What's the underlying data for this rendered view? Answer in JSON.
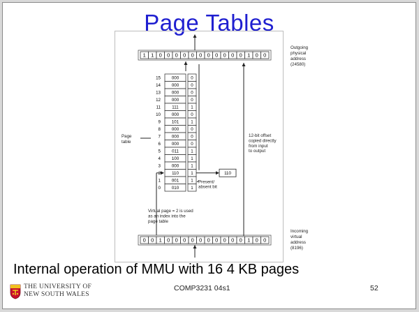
{
  "slide": {
    "title": "Page  Tables",
    "caption": "Internal operation of MMU with 16 4 KB pages",
    "course": "COMP3231 04s1",
    "page_number": "52",
    "university": [
      "THE UNIVERSITY OF",
      "NEW SOUTH WALES"
    ]
  },
  "diagram": {
    "outgoing_bits": [
      "1",
      "1",
      "0",
      "0",
      "0",
      "0",
      "0",
      "0",
      "0",
      "0",
      "0",
      "0",
      "0",
      "1",
      "0",
      "0"
    ],
    "incoming_bits": [
      "0",
      "0",
      "1",
      "0",
      "0",
      "0",
      "0",
      "0",
      "0",
      "0",
      "0",
      "0",
      "0",
      "1",
      "0",
      "0"
    ],
    "outgoing_label": [
      "Outgoing",
      "physical",
      "address",
      "(24580)"
    ],
    "incoming_label": [
      "Incoming",
      "virtual",
      "address",
      "(8196)"
    ],
    "page_table_label": [
      "Page",
      "table"
    ],
    "offset_note": [
      "12-bit offset",
      "copied directly",
      "from input",
      "to output"
    ],
    "selected_frame": "110",
    "present_label": [
      "Present/",
      "absent bit"
    ],
    "virtual_page_note": [
      "Virtual page = 2 is used",
      "as an index into the",
      "page table"
    ],
    "page_table": [
      {
        "index": "15",
        "frame": "000",
        "present": "0"
      },
      {
        "index": "14",
        "frame": "000",
        "present": "0"
      },
      {
        "index": "13",
        "frame": "000",
        "present": "0"
      },
      {
        "index": "12",
        "frame": "000",
        "present": "0"
      },
      {
        "index": "11",
        "frame": "111",
        "present": "1"
      },
      {
        "index": "10",
        "frame": "000",
        "present": "0"
      },
      {
        "index": "9",
        "frame": "101",
        "present": "1"
      },
      {
        "index": "8",
        "frame": "000",
        "present": "0"
      },
      {
        "index": "7",
        "frame": "000",
        "present": "0"
      },
      {
        "index": "6",
        "frame": "000",
        "present": "0"
      },
      {
        "index": "5",
        "frame": "011",
        "present": "1"
      },
      {
        "index": "4",
        "frame": "100",
        "present": "1"
      },
      {
        "index": "3",
        "frame": "000",
        "present": "1"
      },
      {
        "index": "2",
        "frame": "110",
        "present": "1"
      },
      {
        "index": "1",
        "frame": "001",
        "present": "1"
      },
      {
        "index": "0",
        "frame": "010",
        "present": "1"
      }
    ]
  }
}
